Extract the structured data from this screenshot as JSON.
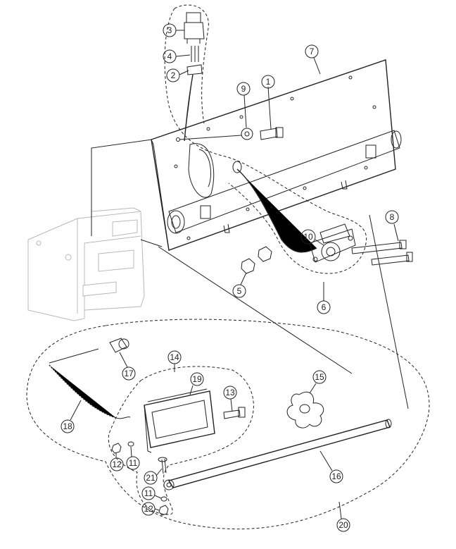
{
  "callouts": {
    "c1": "1",
    "c2": "2",
    "c3": "3",
    "c4": "4",
    "c5": "5",
    "c6": "6",
    "c7": "7",
    "c8": "8",
    "c9": "9",
    "c10": "10",
    "c11a": "11",
    "c11b": "11",
    "c12a": "12",
    "c12b": "12",
    "c13": "13",
    "c14": "14",
    "c15": "15",
    "c16": "16",
    "c17": "17",
    "c18": "18",
    "c19": "19",
    "c20": "20",
    "c21": "21"
  }
}
